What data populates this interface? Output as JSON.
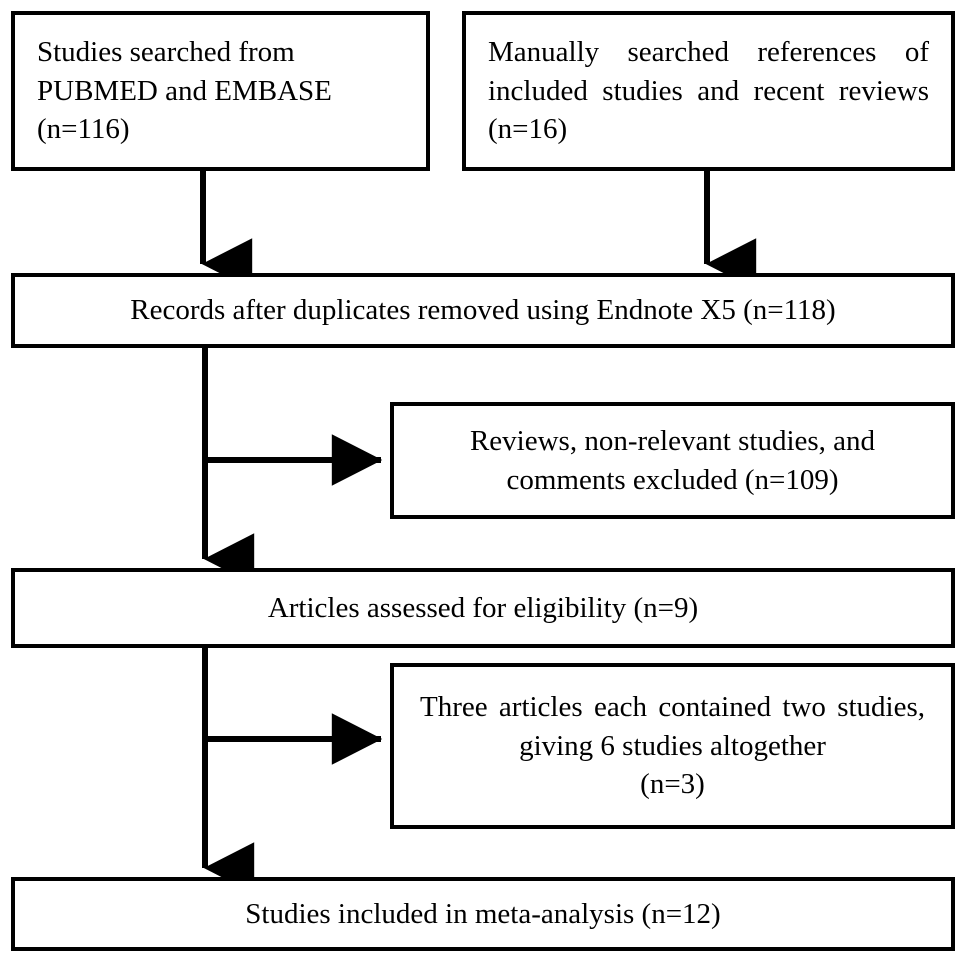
{
  "diagram": {
    "kind": "prisma-study-selection-flowchart",
    "background_color": "#ffffff",
    "line_color": "#000000",
    "box_border_color": "#000000",
    "box_fill_color": "#ffffff"
  },
  "boxes": {
    "sources_database": {
      "text": "Studies searched from PUBMED and EMBASE (n=116)",
      "count_label": "(n=116)",
      "count": 116
    },
    "sources_manual": {
      "text": "Manually searched references of included studies and recent reviews (n=16)",
      "count_label": "(n=16)",
      "count": 16
    },
    "dedup": {
      "text": "Records after duplicates removed using Endnote X5 (n=118)",
      "count_label": "(n=118)",
      "count": 118
    },
    "excluded": {
      "text": "Reviews, non-relevant studies, and comments excluded (n=109)",
      "count_label": "(n=109)",
      "count": 109
    },
    "eligibility": {
      "text": "Articles assessed for eligibility (n=9)",
      "count_label": "(n=9)",
      "count": 9
    },
    "split_articles": {
      "line1": "Three articles each contained two studies, giving 6 studies altogether",
      "line2": "(n=3)",
      "count_label": "(n=3)",
      "count": 3
    },
    "included": {
      "text": "Studies included in meta-analysis (n=12)",
      "count_label": "(n=12)",
      "count": 12
    }
  },
  "connectors": [
    {
      "name": "arrow-db-to-dedup",
      "from": "sources_database",
      "to": "dedup",
      "direction": "down"
    },
    {
      "name": "arrow-manual-to-dedup",
      "from": "sources_manual",
      "to": "dedup",
      "direction": "down"
    },
    {
      "name": "arrow-dedup-to-excluded",
      "from": "dedup",
      "to": "excluded",
      "direction": "right"
    },
    {
      "name": "arrow-dedup-to-eligibility",
      "from": "dedup",
      "to": "eligibility",
      "direction": "down"
    },
    {
      "name": "arrow-eligibility-to-split",
      "from": "eligibility",
      "to": "split_articles",
      "direction": "right"
    },
    {
      "name": "arrow-eligibility-to-included",
      "from": "eligibility",
      "to": "included",
      "direction": "down"
    }
  ]
}
